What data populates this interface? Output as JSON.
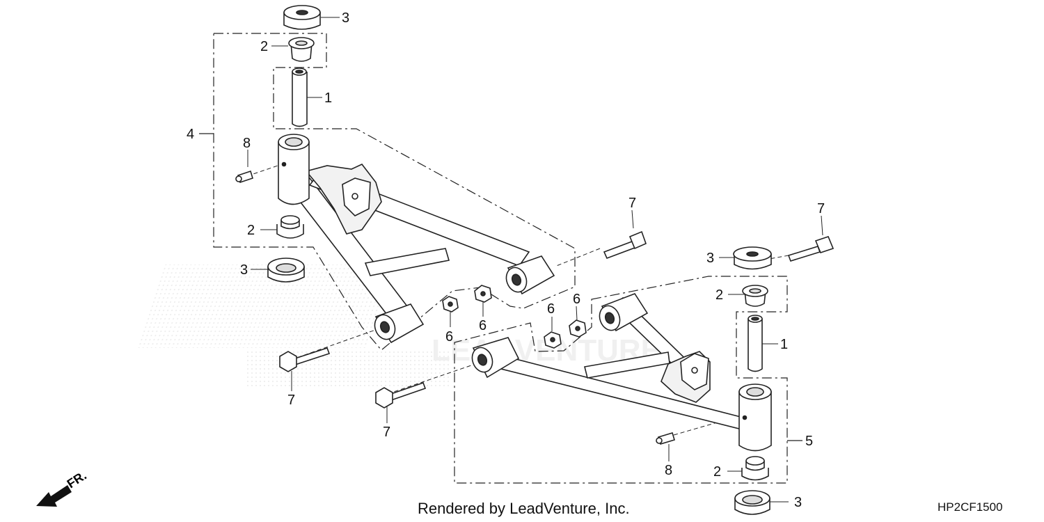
{
  "diagram": {
    "callouts": [
      "1",
      "1",
      "2",
      "2",
      "2",
      "2",
      "3",
      "3",
      "3",
      "3",
      "4",
      "5",
      "6",
      "6",
      "6",
      "6",
      "7",
      "7",
      "7",
      "7",
      "8",
      "8"
    ],
    "direction_label": "FR.",
    "credit": "Rendered by LeadVenture, Inc.",
    "figure_code": "HP2CF1500",
    "watermark": "LEADVENTURE"
  }
}
